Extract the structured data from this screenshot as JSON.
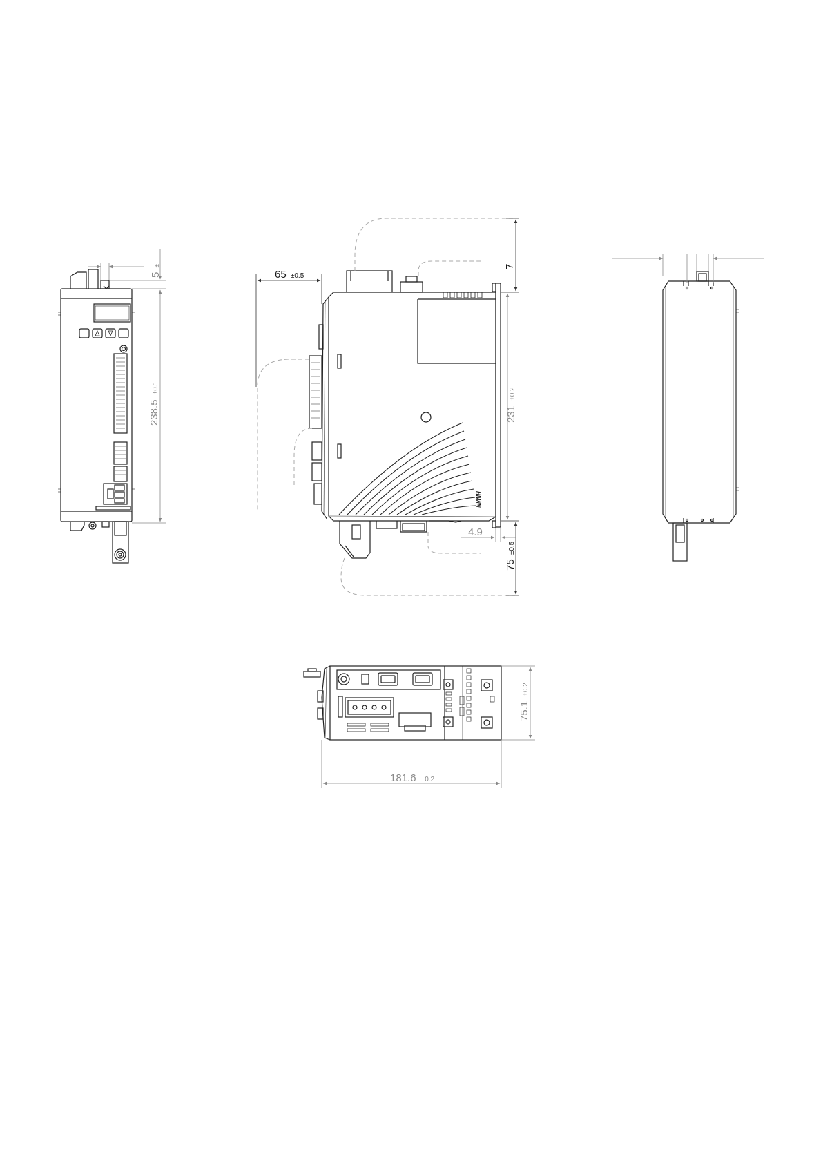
{
  "dimensions": {
    "top_width": {
      "value": "65",
      "tol": "±0.5"
    },
    "front_height": {
      "value": "238.5",
      "tol": "±0.1"
    },
    "front_top_offset": {
      "value": "5",
      "tol": "±"
    },
    "side_height": {
      "value": "231",
      "tol": "±0.2"
    },
    "top_clearance": {
      "value": "7"
    },
    "bottom_clearance": {
      "value": "75",
      "tol": "±0.5"
    },
    "side_offset": {
      "value": "4.9"
    },
    "bottom_depth": {
      "value": "75.1",
      "tol": "±0.2"
    },
    "bottom_length": {
      "value": "181.6",
      "tol": "±0.2"
    }
  },
  "brand": {
    "name": "HIWIN"
  }
}
